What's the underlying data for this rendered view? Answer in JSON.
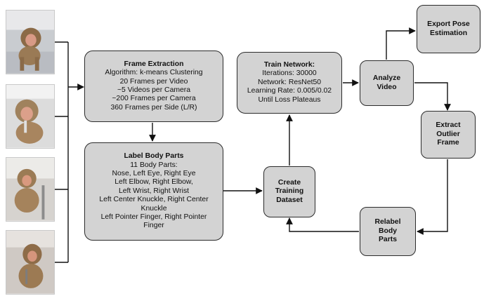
{
  "nodes": {
    "frame_extraction": {
      "title": "Frame Extraction",
      "lines": [
        "Algorithm: k-means Clustering",
        "20 Frames per Video",
        "~5 Videos per Camera",
        "~200 Frames per Camera",
        "360 Frames per Side (L/R)"
      ]
    },
    "label_body_parts": {
      "title": "Label Body Parts",
      "lines": [
        "11 Body Parts:",
        "Nose, Left Eye, Right Eye",
        "Left Elbow, Right Elbow,",
        "Left Wrist, Right Wrist",
        "Left Center Knuckle, Right Center",
        "Knuckle",
        "Left Pointer Finger, Right Pointer",
        "Finger"
      ]
    },
    "create_training_dataset": {
      "lines": [
        "Create",
        "Training",
        "Dataset"
      ]
    },
    "train_network": {
      "title": "Train Network:",
      "lines": [
        "Iterations: 30000",
        "Network: ResNet50",
        "Learning Rate: 0.005/0.02",
        "Until Loss Plateaus"
      ]
    },
    "analyze_video": {
      "lines": [
        "Analyze",
        "Video"
      ]
    },
    "export_pose_estimation": {
      "lines": [
        "Export Pose",
        "Estimation"
      ]
    },
    "extract_outlier_frame": {
      "lines": [
        "Extract",
        "Outlier",
        "Frame"
      ]
    },
    "relabel_body_parts": {
      "lines": [
        "Relabel",
        "Body",
        "Parts"
      ]
    }
  },
  "colors": {
    "box_fill": "#d3d3d3",
    "box_stroke": "#2b2b2b",
    "arrow": "#111111"
  }
}
